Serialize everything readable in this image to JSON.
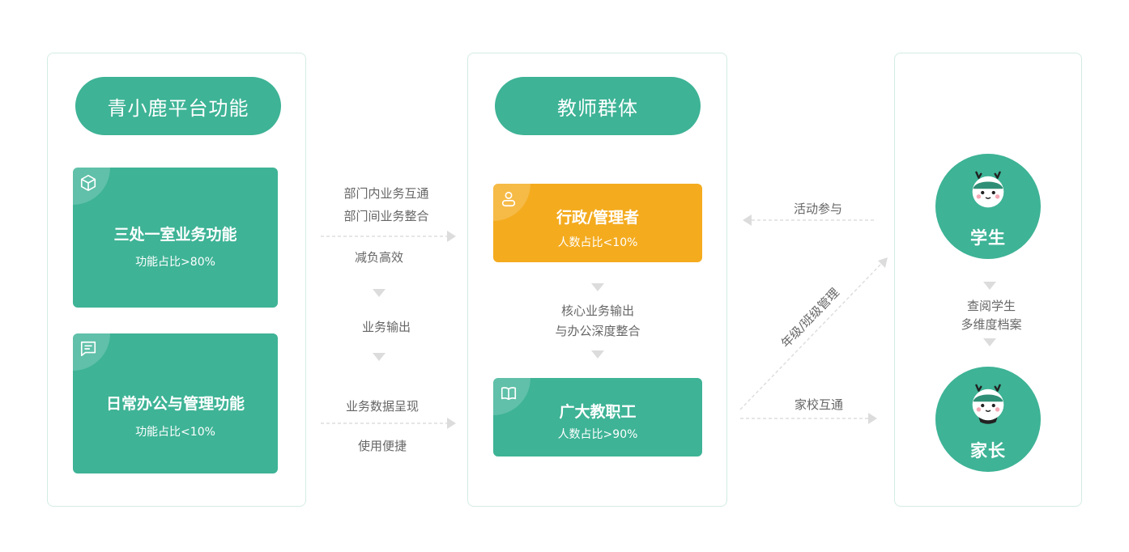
{
  "left_panel": {
    "title": "青小鹿平台功能",
    "card1": {
      "title": "三处一室业务功能",
      "sub": "功能占比>80%",
      "icon": "cube-icon"
    },
    "card2": {
      "title": "日常办公与管理功能",
      "sub": "功能占比<10%",
      "icon": "message-icon"
    }
  },
  "flow_left": {
    "line1": "部门内业务互通",
    "line2": "部门间业务整合",
    "below_arrow": "减负高效",
    "middle": "业务输出",
    "bottom_above": "业务数据呈现",
    "bottom_below": "使用便捷"
  },
  "middle_panel": {
    "title": "教师群体",
    "card1": {
      "title": "行政/管理者",
      "sub": "人数占比<10%",
      "icon": "user-icon",
      "color": "#f4ab1e"
    },
    "between1": "核心业务输出",
    "between2": "与办公深度整合",
    "card2": {
      "title": "广大教职工",
      "sub": "人数占比>90%",
      "icon": "book-icon",
      "color": "#3eb396"
    }
  },
  "flow_right": {
    "top": "活动参与",
    "diagonal": "年级/班级管理",
    "bottom": "家校互通"
  },
  "right_panel": {
    "student": "学生",
    "between1": "查阅学生",
    "between2": "多维度档案",
    "parent": "家长"
  },
  "colors": {
    "green": "#3eb396",
    "orange": "#f4ab1e",
    "arrow": "#dcdcdc"
  }
}
